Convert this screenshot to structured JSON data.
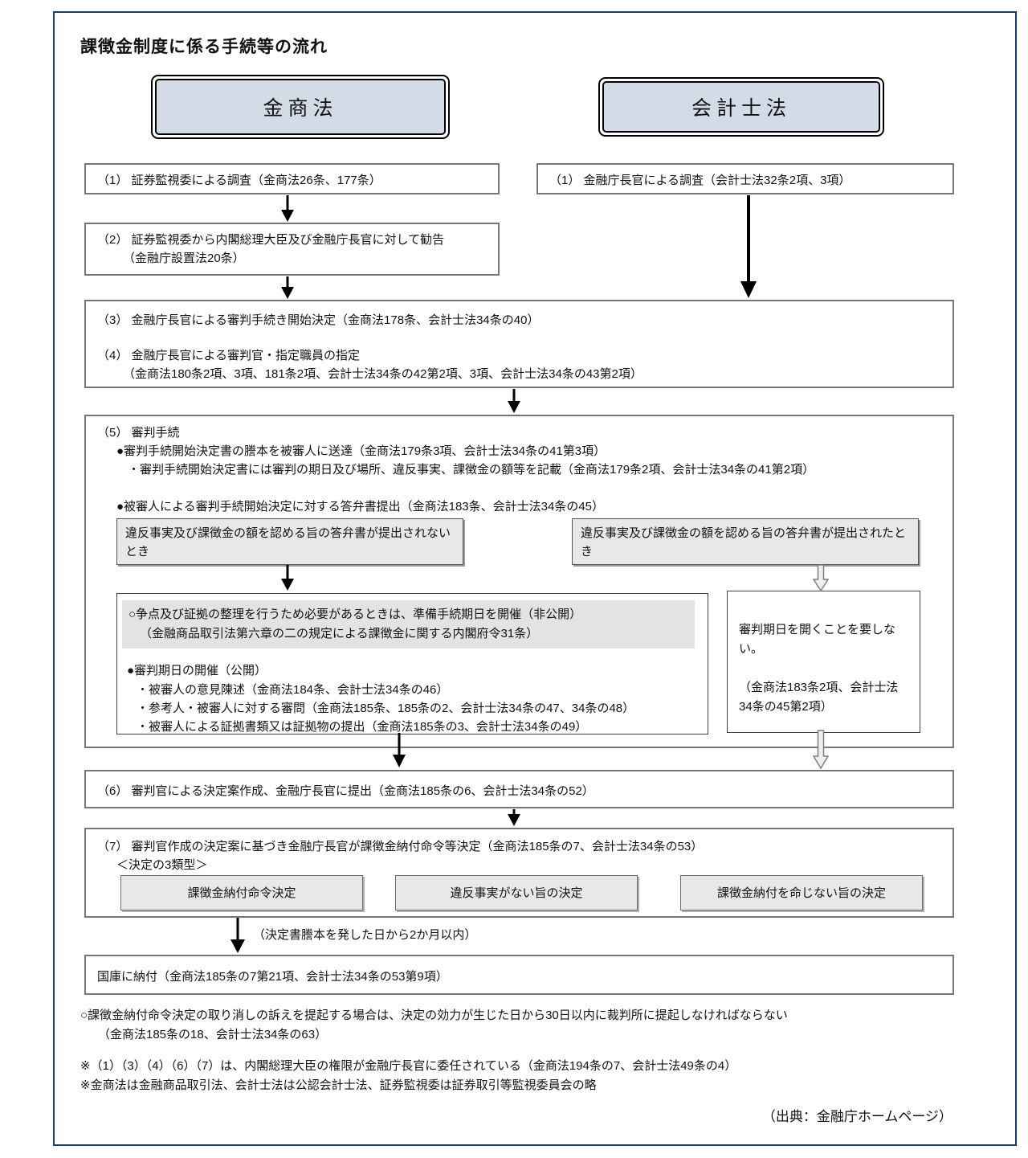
{
  "page": {
    "title": "課徴金制度に係る手続等の流れ",
    "source": "（出典：金融庁ホームページ）"
  },
  "colors": {
    "frame_border": "#1f3864",
    "law_box_fill": "#d3dbe7",
    "condition_fill": "#e8e8e8",
    "highlight_fill": "#e3e3e3"
  },
  "headers": {
    "left": "金商法",
    "right": "会計士法"
  },
  "flow": {
    "s1_left": "（1） 証券監視委による調査（金商法26条、177条）",
    "s1_right": "（1） 金融庁長官による調査（会計士法32条2項、3項）",
    "s2": {
      "line1": "（2） 証券監視委から内閣総理大臣及び金融庁長官に対して勧告",
      "line2": "（金融庁設置法20条）"
    },
    "s34": {
      "line1": "（3） 金融庁長官による審判手続き開始決定（金商法178条、会計士法34条の40）",
      "line2": "（4） 金融庁長官による審判官・指定職員の指定",
      "line3": "（金商法180条2項、3項、181条2項、会計士法34条の42第2項、3項、会計士法34条の43第2項）"
    },
    "s5": {
      "heading": "（5） 審判手続",
      "bullet1": "●審判手続開始決定書の謄本を被審人に送達（金商法179条3項、会計士法34条の41第3項）",
      "sub1": "・審判手続開始決定書には審判の期日及び場所、違反事実、課徴金の額等を記載（金商法179条2項、会計士法34条の41第2項）",
      "bullet2": "●被審人による審判手続開始決定に対する答弁書提出（金商法183条、会計士法34条の45）",
      "cond_left": "違反事実及び課徴金の額を認める旨の答弁書が提出されないとき",
      "cond_right": "違反事実及び課徴金の額を認める旨の答弁書が提出されたとき",
      "left_detail": {
        "prep1": "○争点及び証拠の整理を行うため必要があるときは、準備手続期日を開催（非公開）",
        "prep2": "（金融商品取引法第六章の二の規定による課徴金に関する内閣府令31条）",
        "bullet": "●審判期日の開催（公開）",
        "items": [
          "・被審人の意見陳述（金商法184条、会計士法34条の46）",
          "・参考人・被審人に対する審問（金商法185条、185条の2、会計士法34条の47、34条の48）",
          "・被審人による証拠書類又は証拠物の提出（金商法185条の3、会計士法34条の49）"
        ]
      },
      "right_detail": {
        "line1": "審判期日を開くことを要しない。",
        "line2": "（金商法183条2項、会計士法34条の45第2項）"
      }
    },
    "s6": "（6） 審判官による決定案作成、金融庁長官に提出（金商法185条の6、会計士法34条の52）",
    "s7": {
      "line1": "（7） 審判官作成の決定案に基づき金融庁長官が課徴金納付命令等決定（金商法185条の7、会計士法34条の53）",
      "line2": "＜決定の3類型＞",
      "decisions": [
        "課徴金納付命令決定",
        "違反事実がない旨の決定",
        "課徴金納付を命じない旨の決定"
      ]
    },
    "deadline_label": "（決定書謄本を発した日から2か月以内）",
    "treasury": "国庫に納付（金商法185条の7第21項、会計士法34条の53第9項）"
  },
  "notes": {
    "n1a": "○課徴金納付命令決定の取り消しの訴えを提起する場合は、決定の効力が生じた日から30日以内に裁判所に提起しなければならない",
    "n1b": "（金商法185条の18、会計士法34条の63）",
    "n2": "※（1）（3）（4）（6）（7）は、内閣総理大臣の権限が金融庁長官に委任されている（金商法194条の7、会計士法49条の4）",
    "n3": "※金商法は金融商品取引法、会計士法は公認会計士法、証券監視委は証券取引等監視委員会の略"
  }
}
